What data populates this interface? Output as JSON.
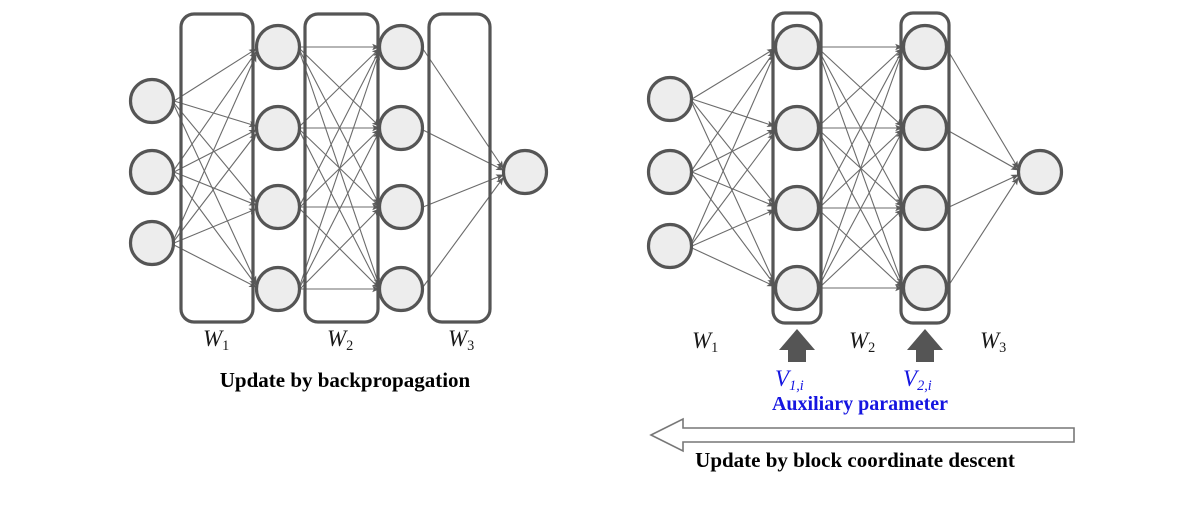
{
  "figure": {
    "title": "Comparison of backpropagation and block coordinate descent updates",
    "background_color": "#ffffff"
  },
  "style": {
    "node_fill": "#ededed",
    "node_stroke": "#555555",
    "box_stroke": "#555555",
    "edge_color": "#6b6b6b",
    "arrow_fill": "#555555",
    "accent_blue": "#1515e0",
    "text_black": "#000000"
  },
  "panels": [
    {
      "id": "left-panel",
      "name": "backpropagation-network",
      "caption": "Update by backpropagation",
      "layers": [
        {
          "name": "input-layer",
          "count": 3,
          "boxed": false
        },
        {
          "name": "hidden-layer-1",
          "count": 4,
          "boxed": false
        },
        {
          "name": "hidden-layer-2",
          "count": 4,
          "boxed": false
        },
        {
          "name": "output-layer",
          "count": 1,
          "boxed": false
        }
      ],
      "weight_labels": [
        {
          "text": "W",
          "sub": "1"
        },
        {
          "text": "W",
          "sub": "2"
        },
        {
          "text": "W",
          "sub": "3"
        }
      ],
      "weight_boxes": 3
    },
    {
      "id": "right-panel",
      "name": "block-coordinate-descent-network",
      "caption": "Update by block coordinate descent",
      "layers": [
        {
          "name": "input-layer",
          "count": 3,
          "boxed": false
        },
        {
          "name": "hidden-layer-1",
          "count": 4,
          "boxed": true
        },
        {
          "name": "hidden-layer-2",
          "count": 4,
          "boxed": true
        },
        {
          "name": "output-layer",
          "count": 1,
          "boxed": false
        }
      ],
      "weight_labels": [
        {
          "text": "W",
          "sub": "1"
        },
        {
          "text": "W",
          "sub": "2"
        },
        {
          "text": "W",
          "sub": "3"
        }
      ],
      "auxiliary_labels": [
        {
          "text": "V",
          "sub": "1,i"
        },
        {
          "text": "V",
          "sub": "2,i"
        }
      ],
      "auxiliary_caption": "Auxiliary parameter",
      "direction_arrow": {
        "name": "leftward-flow-arrow",
        "direction": "left"
      }
    }
  ]
}
